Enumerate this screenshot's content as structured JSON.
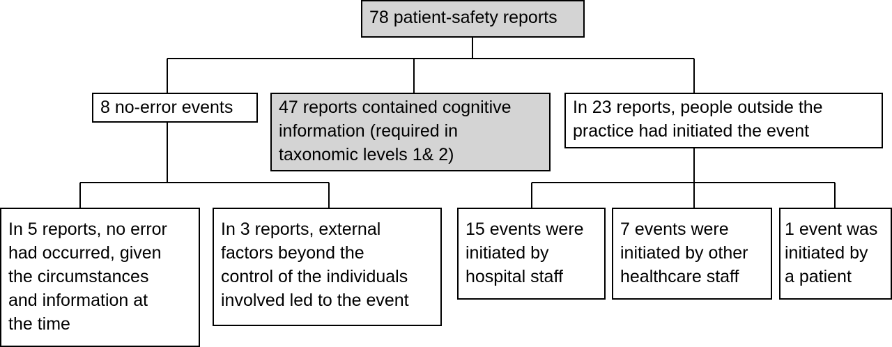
{
  "root": "78 patient-safety reports",
  "no_error": "8 no-error events",
  "cognitive": "47 reports contained cognitive\ninformation (required in\ntaxonomic levels 1& 2)",
  "outside": "In 23 reports, people outside the\npractice had initiated the event",
  "no_error_5": "In 5 reports, no error\nhad occurred, given\nthe circumstances\nand information at\nthe time",
  "external_3": "In 3 reports, external\nfactors beyond the\ncontrol of the individuals\ninvolved led to the event",
  "hospital_15": "15 events were\ninitiated by\nhospital staff",
  "other_7": "7 events were\ninitiated by other\nhealthcare staff",
  "patient_1": "1 event was\ninitiated by\na patient"
}
